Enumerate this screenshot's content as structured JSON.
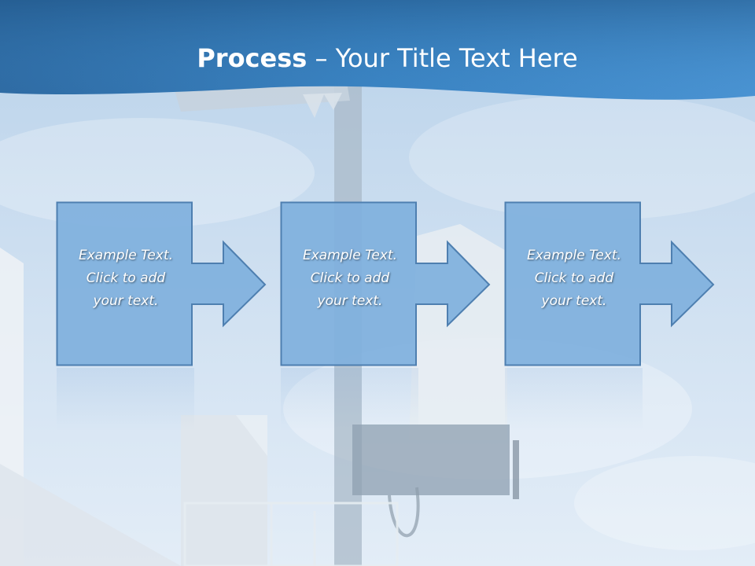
{
  "title": {
    "bold": "Process",
    "rest": " – Your Title Text Here"
  },
  "steps": [
    {
      "line1": "Example Text.",
      "line2": "Click  to add",
      "line3": "your text."
    },
    {
      "line1": "Example Text.",
      "line2": "Click  to add",
      "line3": "your text."
    },
    {
      "line1": "Example Text.",
      "line2": "Click  to add",
      "line3": "your text."
    }
  ],
  "colors": {
    "banner_dark": "#2f6fa8",
    "banner_light": "#4e94d0",
    "box_fill": "#7fb0dd",
    "box_stroke": "#4e7fb0"
  }
}
